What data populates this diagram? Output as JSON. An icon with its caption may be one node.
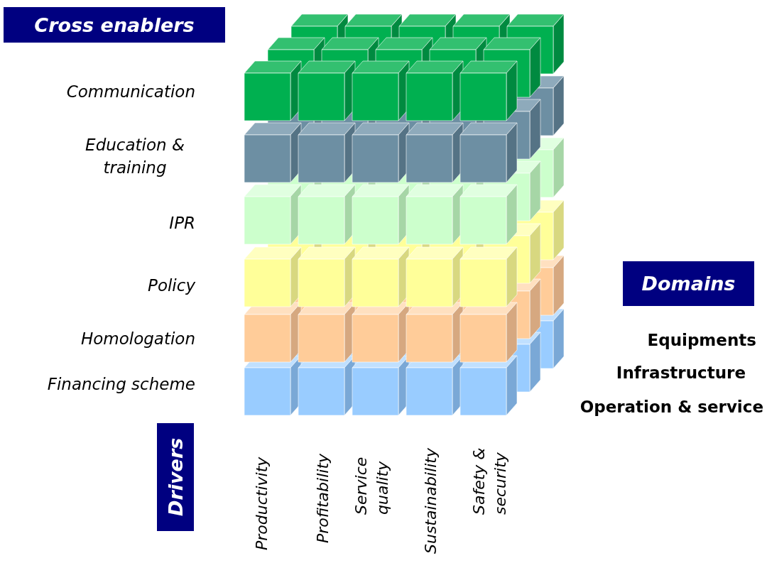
{
  "diagram": {
    "nodes": [
      {
        "text": [
          "Cross enablers"
        ]
      },
      {
        "text": [
          "Domains"
        ]
      },
      {
        "text": [
          "Drivers"
        ]
      }
    ],
    "labels": [
      "Communication",
      "Education & training",
      "IPR",
      "Policy",
      "Homologation",
      "Financing scheme",
      "Equipments",
      "Infrastructure",
      "Operation & service",
      "Productivity",
      "Profitability",
      "Service quality",
      "Sustainability",
      "Safety & security"
    ]
  }
}
